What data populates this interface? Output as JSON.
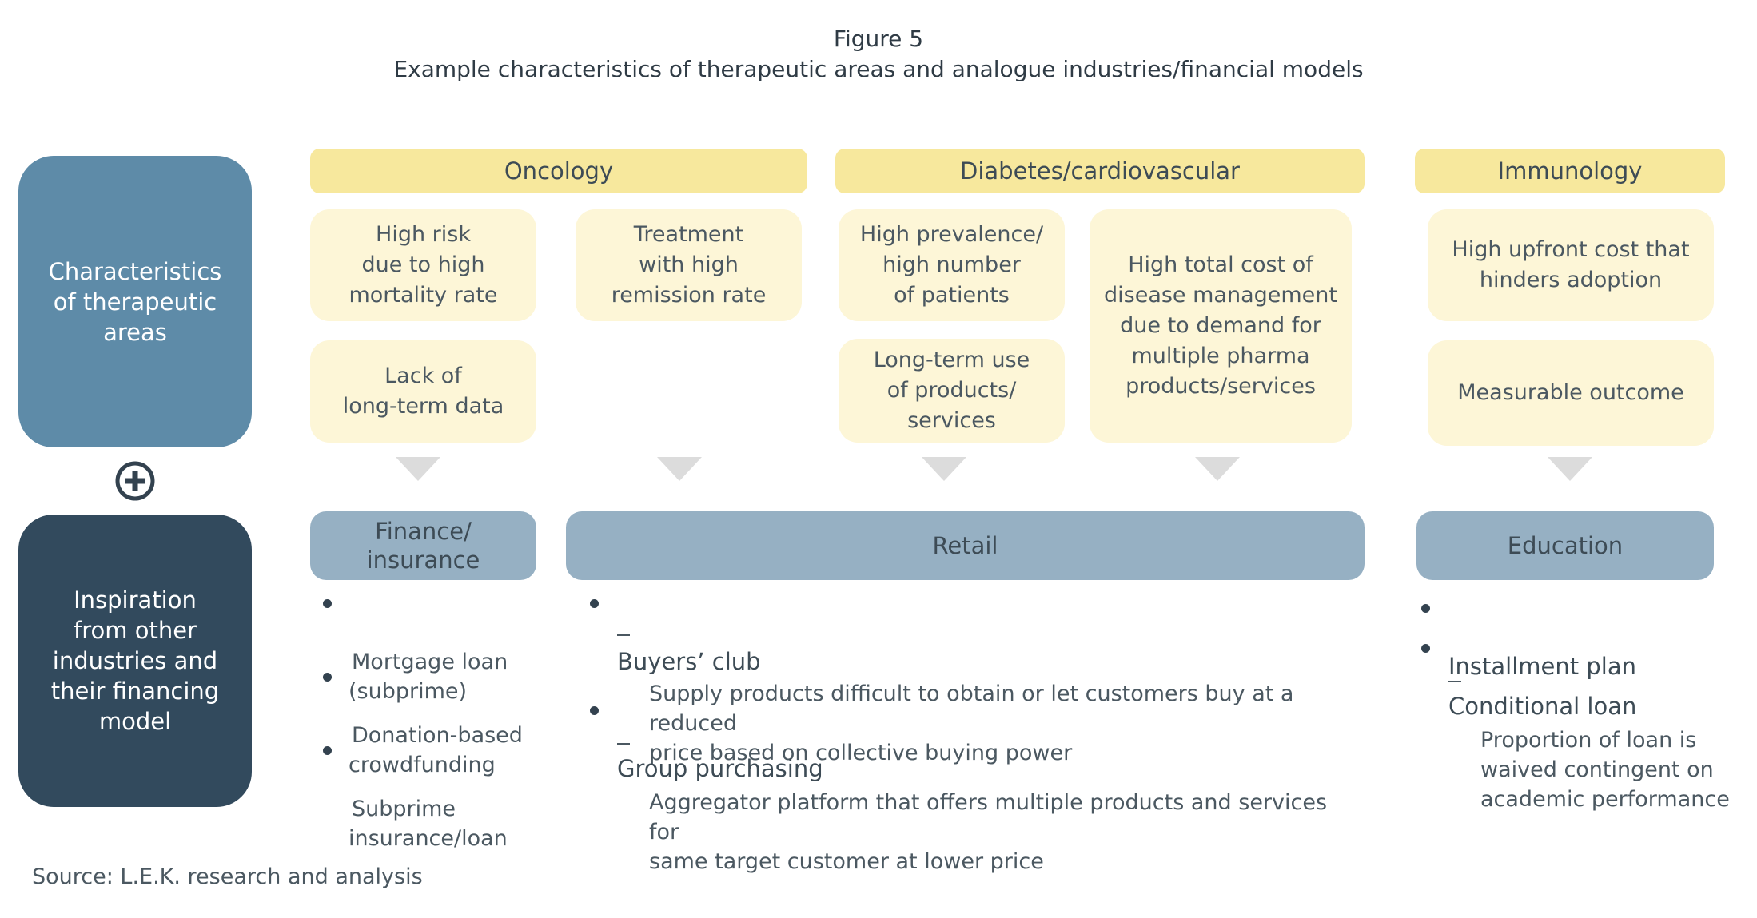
{
  "figure": {
    "label": "Figure 5",
    "title": "Example characteristics of therapeutic areas and analogue industries/financial models"
  },
  "rows": {
    "characteristics": "Characteristics\nof therapeutic\nareas",
    "inspiration": "Inspiration\nfrom other\nindustries and\ntheir financing\nmodel"
  },
  "areas": [
    {
      "name": "Oncology"
    },
    {
      "name": "Diabetes/cardiovascular"
    },
    {
      "name": "Immunology"
    }
  ],
  "cards": {
    "onc_1": "High risk\ndue to high\nmortality rate",
    "onc_2": "Lack of\nlong-term data",
    "onc_3": "Treatment\nwith high\nremission rate",
    "dia_1": "High prevalence/\nhigh number\nof patients",
    "dia_2": "Long-term use\nof products/\nservices",
    "dia_3": "High total cost of\ndisease management\ndue to demand for\nmultiple pharma\nproducts/services",
    "imm_1": "High upfront cost that\nhinders adoption",
    "imm_2": "Measurable outcome"
  },
  "industries": {
    "finance": {
      "label": "Finance/\ninsurance",
      "items": [
        "Mortgage loan\n(subprime)",
        "Donation-based\ncrowdfunding",
        "Subprime\ninsurance/loan"
      ]
    },
    "retail": {
      "label": "Retail",
      "items": [
        {
          "title": "Buyers’ club",
          "detail": "Supply products difficult to obtain or let customers buy at a reduced\nprice based on collective buying power"
        },
        {
          "title": "Group purchasing",
          "detail": "Aggregator platform that offers multiple products and services for\nsame target customer at lower price"
        }
      ]
    },
    "education": {
      "label": "Education",
      "items": [
        {
          "title": "Installment plan"
        },
        {
          "title": "Conditional loan",
          "detail": "Proportion of loan is\nwaived contingent on\nacademic performance"
        }
      ]
    }
  },
  "source": "Source: L.E.K. research and analysis",
  "colors": {
    "side_top": "#5e8ba8",
    "side_bottom": "#324a5d",
    "area_header": "#f7e89d",
    "card": "#fdf6d7",
    "industry": "#96b0c3",
    "arrow": "#dcdcdc"
  },
  "icons": {
    "plus": "plus-circle-icon"
  }
}
